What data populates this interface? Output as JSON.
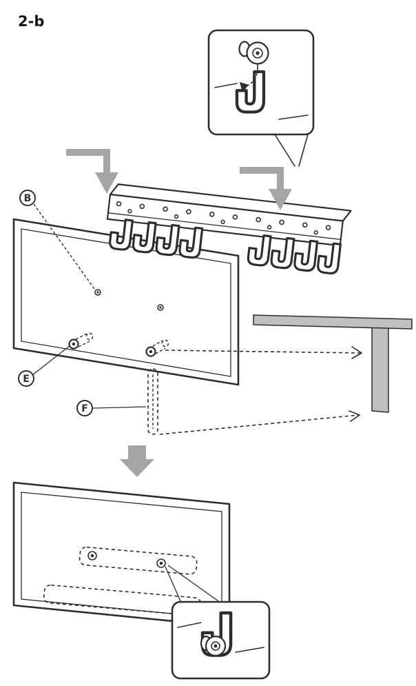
{
  "colors": {
    "line": "#2d2d2d",
    "arrow_gray": "#a5a5a5",
    "wall_gray": "#c0c0c0",
    "background": "#ffffff"
  },
  "figure": {
    "step_label": "2-b",
    "labels": {
      "b": "B",
      "e": "E",
      "f": "F"
    }
  }
}
